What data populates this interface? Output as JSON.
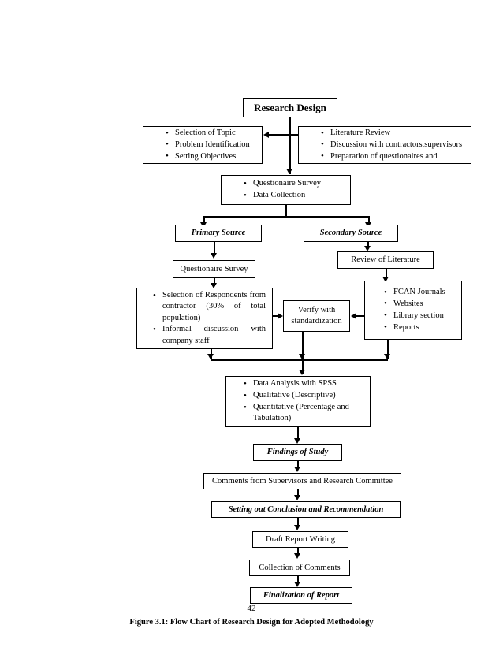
{
  "document": {
    "page_number": "42",
    "figure_caption": "Figure 3.1:  Flow Chart of Research Design for Adopted Methodology"
  },
  "chart_data": {
    "type": "diagram",
    "title": "Flow Chart of Research Design for Adopted Methodology",
    "nodes": [
      {
        "id": "research-design",
        "label": "Research Design",
        "style": "bold"
      },
      {
        "id": "topic-selection",
        "label": "",
        "style": "bullets",
        "items": [
          "Selection of Topic",
          "Problem Identification",
          "Setting Objectives"
        ]
      },
      {
        "id": "literature-review-group",
        "label": "",
        "style": "bullets",
        "items": [
          "Literature Review",
          "Discussion with contractors,supervisors",
          "Preparation of questionaires and"
        ]
      },
      {
        "id": "questionaire-survey-data",
        "label": "",
        "style": "bullets",
        "items": [
          "Questionaire Survey",
          "Data Collection"
        ]
      },
      {
        "id": "primary-source",
        "label": "Primary Source",
        "style": "bold-italic"
      },
      {
        "id": "secondary-source",
        "label": "Secondary Source",
        "style": "bold-italic"
      },
      {
        "id": "questionaire-survey",
        "label": "Questionaire Survey",
        "style": "plain"
      },
      {
        "id": "review-of-literature",
        "label": "Review of Literature",
        "style": "plain"
      },
      {
        "id": "respondents",
        "label": "",
        "style": "bullets",
        "items": [
          "Selection of Respondents from contractor (30% of total population)",
          "Informal discussion with company staff"
        ]
      },
      {
        "id": "verify-standardization",
        "label": "Verify with standardization",
        "style": "plain"
      },
      {
        "id": "sources-list",
        "label": "",
        "style": "bullets",
        "items": [
          "FCAN Journals",
          "Websites",
          "Library section",
          "Reports"
        ]
      },
      {
        "id": "data-analysis",
        "label": "",
        "style": "bullets",
        "items": [
          "Data Analysis with SPSS",
          "Qualitative (Descriptive)",
          "Quantitative (Percentage and Tabulation)"
        ]
      },
      {
        "id": "findings-of-study",
        "label": "Findings of Study",
        "style": "bold-italic"
      },
      {
        "id": "comments",
        "label": "Comments from Supervisors and Research Committee",
        "style": "plain"
      },
      {
        "id": "conclusion",
        "label": "Setting out Conclusion and Recommendation",
        "style": "bold-italic"
      },
      {
        "id": "draft-report",
        "label": "Draft Report Writing",
        "style": "plain"
      },
      {
        "id": "collection-comments",
        "label": "Collection of Comments",
        "style": "plain"
      },
      {
        "id": "finalization",
        "label": "Finalization of Report",
        "style": "bold-italic"
      }
    ],
    "edges": [
      {
        "from": "research-design",
        "to": "questionaire-survey-data"
      },
      {
        "from": "literature-review-group",
        "to": "topic-selection"
      },
      {
        "from": "questionaire-survey-data",
        "to": "primary-source"
      },
      {
        "from": "questionaire-survey-data",
        "to": "secondary-source"
      },
      {
        "from": "primary-source",
        "to": "questionaire-survey"
      },
      {
        "from": "secondary-source",
        "to": "review-of-literature"
      },
      {
        "from": "questionaire-survey",
        "to": "respondents"
      },
      {
        "from": "review-of-literature",
        "to": "sources-list"
      },
      {
        "from": "respondents",
        "to": "verify-standardization"
      },
      {
        "from": "sources-list",
        "to": "verify-standardization"
      },
      {
        "from": "respondents",
        "to": "data-analysis"
      },
      {
        "from": "verify-standardization",
        "to": "data-analysis"
      },
      {
        "from": "sources-list",
        "to": "data-analysis"
      },
      {
        "from": "data-analysis",
        "to": "findings-of-study"
      },
      {
        "from": "findings-of-study",
        "to": "comments"
      },
      {
        "from": "comments",
        "to": "conclusion"
      },
      {
        "from": "conclusion",
        "to": "draft-report"
      },
      {
        "from": "draft-report",
        "to": "collection-comments"
      },
      {
        "from": "collection-comments",
        "to": "finalization"
      }
    ]
  },
  "boxes": {
    "research_design": {
      "label": "Research Design"
    },
    "topic_selection": {
      "items": [
        "Selection of Topic",
        "Problem Identification",
        "Setting Objectives"
      ]
    },
    "literature_review": {
      "items": [
        "Literature Review",
        "Discussion with contractors,supervisors",
        "Preparation of questionaires and"
      ]
    },
    "questionaire_data": {
      "items": [
        "Questionaire Survey",
        "Data Collection"
      ]
    },
    "primary_source": {
      "label": "Primary Source"
    },
    "secondary_source": {
      "label": "Secondary Source"
    },
    "questionaire_survey": {
      "label": "Questionaire Survey"
    },
    "review_of_literature": {
      "label": "Review of Literature"
    },
    "respondents": {
      "items": [
        "Selection of Respondents from contractor (30% of total population)",
        "Informal discussion with company staff"
      ]
    },
    "verify": {
      "line1": "Verify with",
      "line2": "standardization"
    },
    "sources_list": {
      "items": [
        "FCAN Journals",
        "Websites",
        "Library section",
        "Reports"
      ]
    },
    "data_analysis": {
      "items": [
        "Data Analysis with SPSS",
        "Qualitative (Descriptive)",
        "Quantitative (Percentage and Tabulation)"
      ]
    },
    "findings": {
      "label": "Findings of Study"
    },
    "comments": {
      "label": "Comments from Supervisors and Research Committee"
    },
    "conclusion": {
      "label": "Setting out Conclusion and Recommendation"
    },
    "draft_report": {
      "label": "Draft Report Writing"
    },
    "collection_comments": {
      "label": "Collection of Comments"
    },
    "finalization": {
      "label": "Finalization of Report"
    }
  }
}
